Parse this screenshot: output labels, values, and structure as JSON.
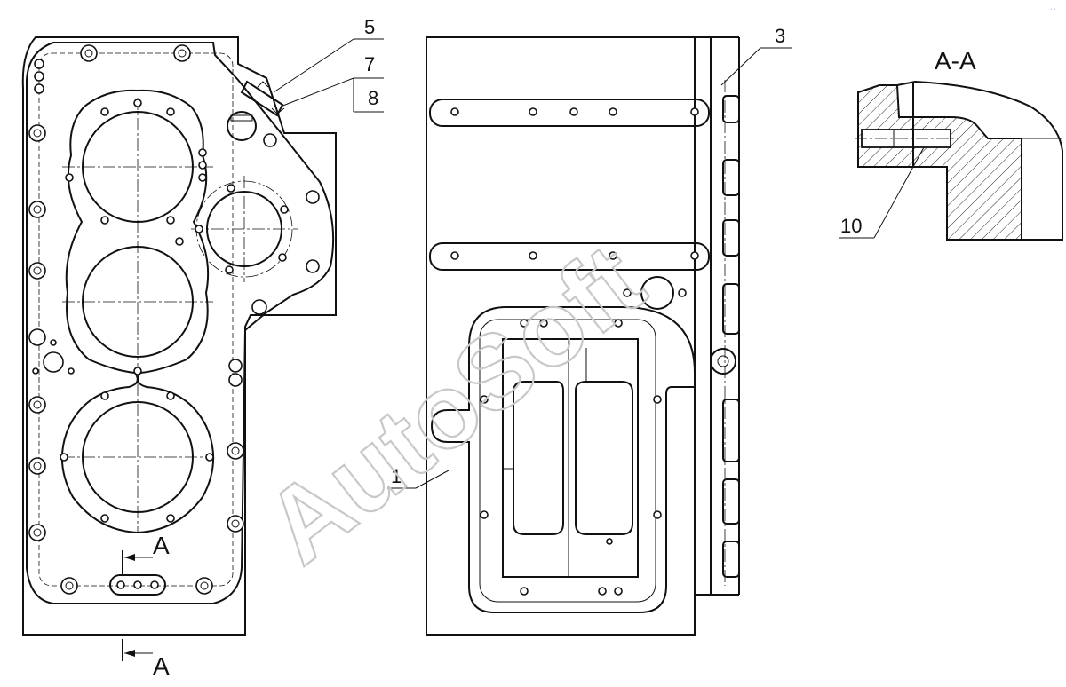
{
  "callouts": {
    "c1": "1",
    "c3": "3",
    "c5": "5",
    "c7": "7",
    "c8": "8",
    "c10": "10"
  },
  "section": {
    "title": "A-A",
    "mark_top": "A",
    "mark_bottom": "A"
  },
  "watermark": "AutoSoft",
  "corner_mark": "· ·"
}
